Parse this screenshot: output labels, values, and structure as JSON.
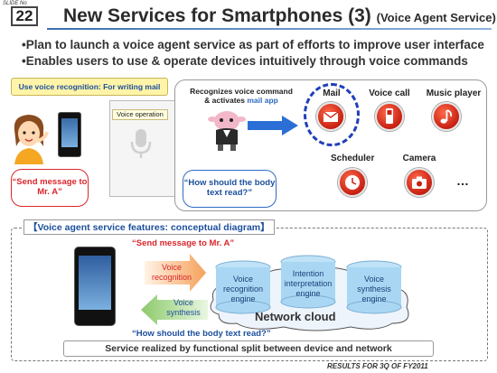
{
  "header": {
    "slide_no_label": "SLIDE No",
    "slide_no": "22",
    "title": "New Services for Smartphones (3) ",
    "subtitle": "(Voice Agent Service)"
  },
  "bullets": [
    "•Plan to launch a voice agent service as part of efforts to improve user interface",
    "•Enables users to use & operate devices intuitively through voice commands"
  ],
  "top_panel": {
    "pill": "Use voice recognition: For writing mail",
    "voice_operation": "Voice operation",
    "send_message": "“Send message to Mr. A”",
    "recog_line1": "Recognizes voice command",
    "recog_line2a": "& activates ",
    "recog_line2b": "mail app",
    "how_read": "“How should the body text read?”",
    "apps": {
      "mail": "Mail",
      "voice_call": "Voice call",
      "music_player": "Music player",
      "scheduler": "Scheduler",
      "camera": "Camera"
    },
    "ellipsis": "…"
  },
  "features": {
    "title": "【Voice agent service features: conceptual diagram】",
    "send_message": "“Send message to Mr. A”",
    "how_read": "“How should the body text read?”",
    "voice_recognition": "Voice recognition",
    "voice_synthesis": "Voice synthesis",
    "engines": [
      "Voice recognition engine",
      "Intention interpretation engine",
      "Voice synthesis engine"
    ],
    "network_cloud": "Network cloud",
    "summary": "Service realized by functional split between device and network"
  },
  "footer": "RESULTS FOR 3Q OF FY2011"
}
